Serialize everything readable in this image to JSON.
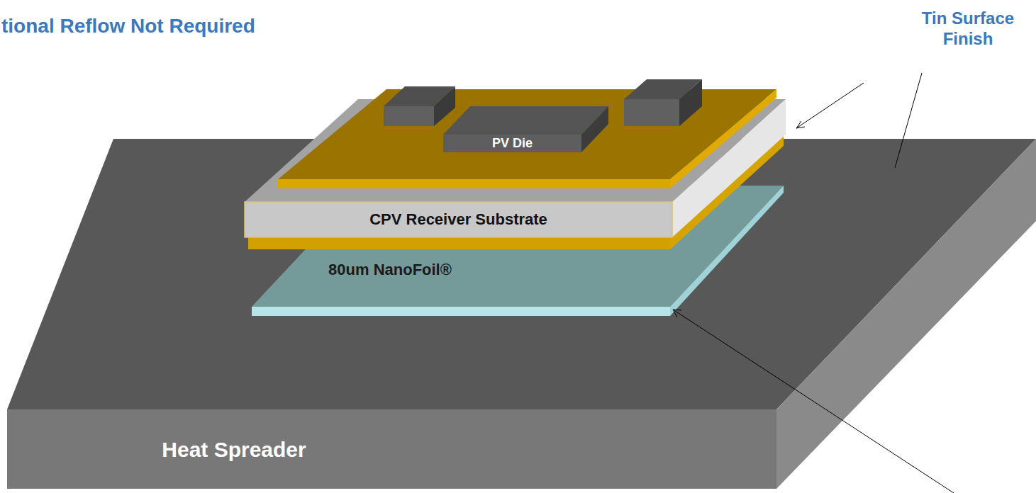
{
  "diagram": {
    "nodes": [
      {
        "text": [
          "PV Die"
        ]
      },
      {
        "text": [
          "CPV Receiver Substrate"
        ]
      },
      {
        "text": [
          "80um NanoFoil®"
        ]
      },
      {
        "text": [
          "Heat Spreader"
        ]
      }
    ],
    "labels": [
      "tional Reflow Not Required",
      "Tin Surface Finish"
    ]
  }
}
